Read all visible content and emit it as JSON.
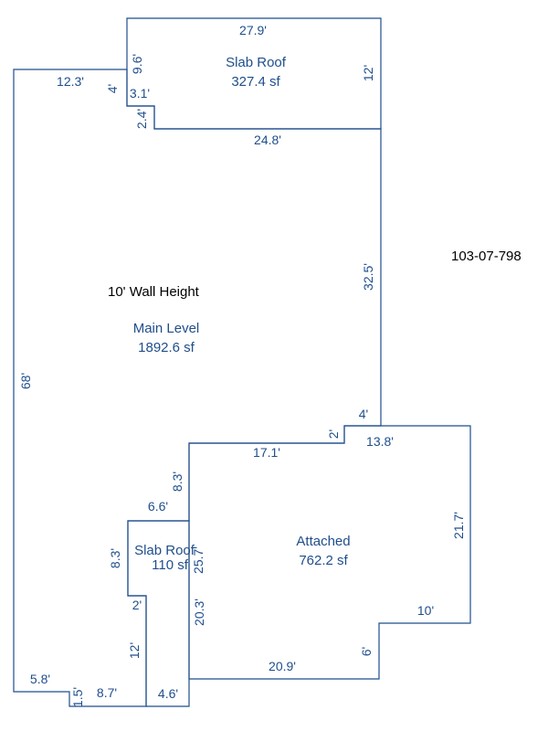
{
  "parcel_id": "103-07-798",
  "wall_height_note": "10' Wall Height",
  "areas": {
    "slab_roof_top": {
      "name": "Slab Roof",
      "area": "327.4 sf"
    },
    "main_level": {
      "name": "Main Level",
      "area": "1892.6 sf"
    },
    "attached": {
      "name": "Attached",
      "area": "762.2 sf"
    },
    "slab_roof_bottom": {
      "name": "Slab Roof",
      "area": "110 sf"
    }
  },
  "dimensions": {
    "d_27_9": "27.9'",
    "d_12_3": "12.3'",
    "d_9_6": "9.6'",
    "d_4_top": "4'",
    "d_3_1": "3.1'",
    "d_12_top": "12'",
    "d_2_4": "2.4'",
    "d_24_8": "24.8'",
    "d_32_5": "32.5'",
    "d_68": "68'",
    "d_4_mid": "4'",
    "d_2_mid": "2'",
    "d_13_8": "13.8'",
    "d_17_1": "17.1'",
    "d_8_3_a": "8.3'",
    "d_21_7": "21.7'",
    "d_6_6": "6.6'",
    "d_8_3_b": "8.3'",
    "d_25_7": "25.7'",
    "d_2_low": "2'",
    "d_20_3": "20.3'",
    "d_10": "10'",
    "d_12_low": "12'",
    "d_6": "6'",
    "d_20_9": "20.9'",
    "d_5_8": "5.8'",
    "d_1_5": "1.5'",
    "d_8_7": "8.7'",
    "d_4_6": "4.6'"
  }
}
